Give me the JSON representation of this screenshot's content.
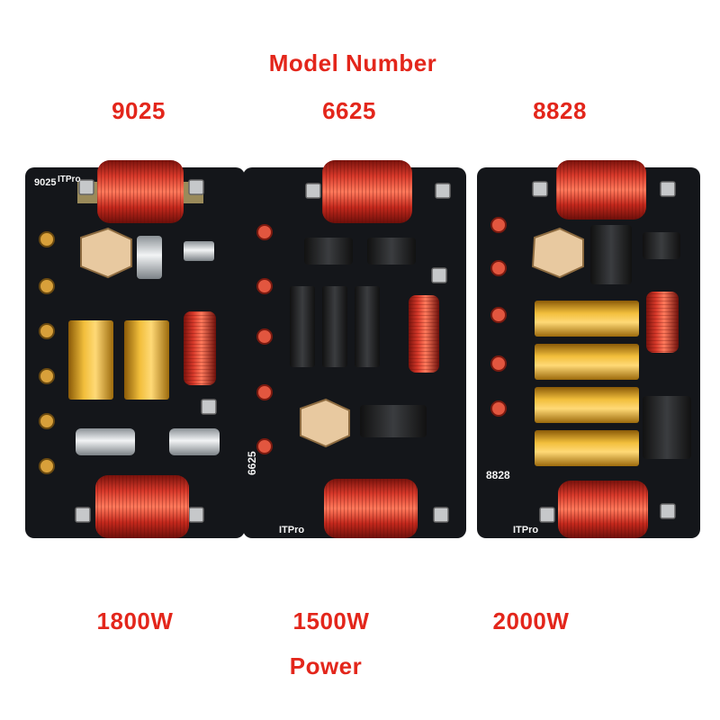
{
  "header": {
    "title": "Model Number"
  },
  "models": [
    {
      "model": "9025",
      "power": "1800W",
      "brand": "ITPro",
      "tone": "orange"
    },
    {
      "model": "6625",
      "power": "1500W",
      "brand": "ITPro",
      "tone": "dark"
    },
    {
      "model": "8828",
      "power": "2000W",
      "brand": "ITPro",
      "tone": "gold"
    }
  ],
  "footer": {
    "title": "Power"
  },
  "colors": {
    "caption": "#e3261b",
    "board": "#14161a",
    "copper": "#c3281c",
    "gold": "#e8a81f",
    "silver": "#cfd3d6"
  }
}
